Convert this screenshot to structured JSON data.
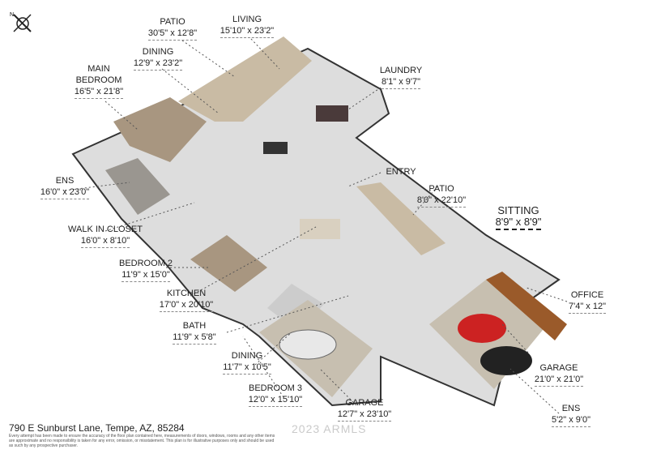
{
  "compass": {
    "north_label": "N"
  },
  "rooms": [
    {
      "name": "PATIO",
      "dims": "30'5\" x 12'8\""
    },
    {
      "name": "LIVING",
      "dims": "15'10\" x 23'2\""
    },
    {
      "name": "DINING",
      "dims": "12'9\" x 23'2\""
    },
    {
      "name": "MAIN BEDROOM",
      "dims": "16'5\" x 21'8\""
    },
    {
      "name": "LAUNDRY",
      "dims": "8'1\" x 9'7\""
    },
    {
      "name": "ENS",
      "dims": "16'0\" x 23'0\""
    },
    {
      "name": "ENTRY",
      "dims": ""
    },
    {
      "name": "PATIO",
      "dims": "8'0\" x 22'10\""
    },
    {
      "name": "SITTING",
      "dims": "8'9\" x 8'9\""
    },
    {
      "name": "WALK IN CLOSET",
      "dims": "16'0\" x 8'10\""
    },
    {
      "name": "BEDROOM 2",
      "dims": "11'9\" x 15'0\""
    },
    {
      "name": "KITCHEN",
      "dims": "17'0\" x 20'10\""
    },
    {
      "name": "OFFICE",
      "dims": "7'4\" x 12\""
    },
    {
      "name": "BATH",
      "dims": "11'9\" x 5'8\""
    },
    {
      "name": "DINING",
      "dims": "11'7\" x 10'5\""
    },
    {
      "name": "GARAGE",
      "dims": "21'0\" x 21'0\""
    },
    {
      "name": "BEDROOM 3",
      "dims": "12'0\" x 15'10\""
    },
    {
      "name": "GARAGE",
      "dims": "12'7\" x 23'10\""
    },
    {
      "name": "ENS",
      "dims": "5'2\" x 9'0\""
    }
  ],
  "footer": {
    "address": "790 E Sunburst Lane, Tempe, AZ, 85284",
    "disclaimer": "Every attempt has been made to ensure the accuracy of the floor plan contained here, measurements of doors, windows, rooms and any other items are approximate and no responsibility is taken for any error, omission, or misstatement. This plan is for illustrative purposes only and should be used as such by any prospective purchaser.",
    "watermark": "2023 ARMLS"
  }
}
